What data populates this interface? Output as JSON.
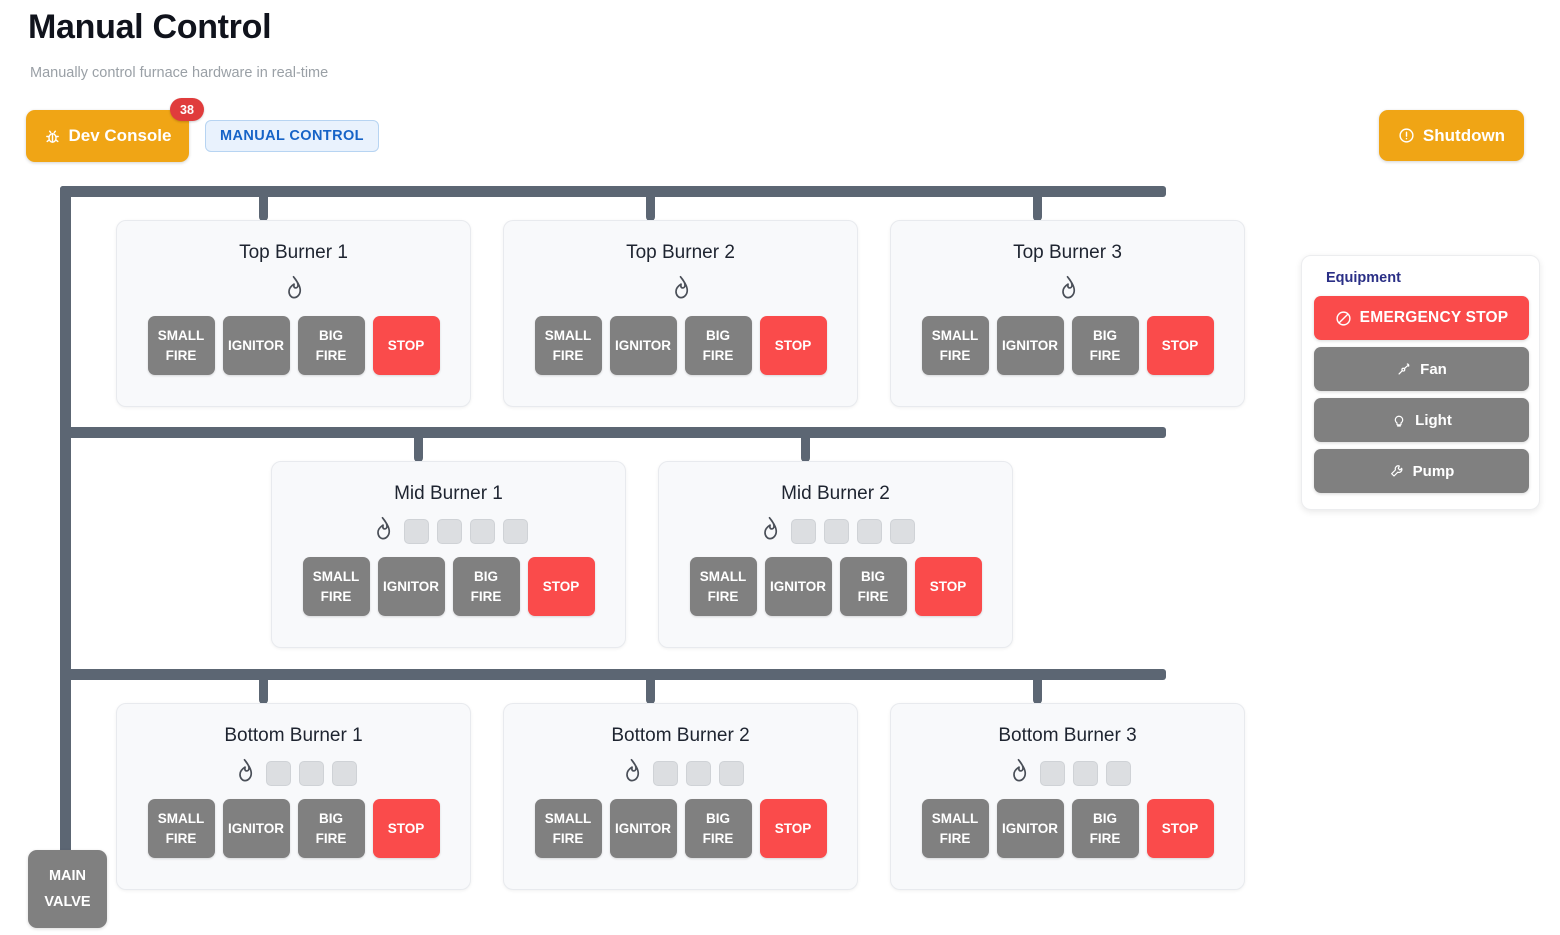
{
  "header": {
    "title": "Manual Control",
    "subtitle": "Manually control furnace hardware in real-time",
    "dev_console": {
      "label": "Dev Console",
      "badge": "38",
      "icon": "bug-icon"
    },
    "mode_chip": "MANUAL CONTROL",
    "shutdown": {
      "label": "Shutdown",
      "icon": "alert-circle-icon"
    }
  },
  "colors": {
    "accent_orange": "#f0a515",
    "danger_red": "#fa4b4b",
    "badge_red": "#e03c3c",
    "gray_button": "#808080",
    "pipe": "#5c6673",
    "chip_blue_text": "#1663c7",
    "chip_blue_bg": "#e9f2fd",
    "equipment_title": "#2a2f86",
    "card_bg": "#f8f9fb"
  },
  "button_labels": {
    "small_fire_line1": "SMALL",
    "small_fire_line2": "FIRE",
    "ignitor": "IGNITOR",
    "big_fire_line1": "BIG",
    "big_fire_line2": "FIRE",
    "stop": "STOP"
  },
  "main_valve": {
    "line1": "MAIN",
    "line2": "VALVE"
  },
  "burners": {
    "top": [
      {
        "title": "Top Burner 1",
        "indicators": 0,
        "flame_icon": "flame-icon"
      },
      {
        "title": "Top Burner 2",
        "indicators": 0,
        "flame_icon": "flame-icon"
      },
      {
        "title": "Top Burner 3",
        "indicators": 0,
        "flame_icon": "flame-icon"
      }
    ],
    "mid": [
      {
        "title": "Mid Burner 1",
        "indicators": 4,
        "flame_icon": "flame-icon"
      },
      {
        "title": "Mid Burner 2",
        "indicators": 4,
        "flame_icon": "flame-icon"
      }
    ],
    "bottom": [
      {
        "title": "Bottom Burner 1",
        "indicators": 3,
        "flame_icon": "flame-icon"
      },
      {
        "title": "Bottom Burner 2",
        "indicators": 3,
        "flame_icon": "flame-icon"
      },
      {
        "title": "Bottom Burner 3",
        "indicators": 3,
        "flame_icon": "flame-icon"
      }
    ]
  },
  "equipment": {
    "title": "Equipment",
    "items": [
      {
        "label": "EMERGENCY STOP",
        "icon": "no-entry-icon",
        "style": "estop"
      },
      {
        "label": "Fan",
        "icon": "fan-icon",
        "style": "gray"
      },
      {
        "label": "Light",
        "icon": "lightbulb-icon",
        "style": "gray"
      },
      {
        "label": "Pump",
        "icon": "wrench-icon",
        "style": "gray"
      }
    ]
  }
}
